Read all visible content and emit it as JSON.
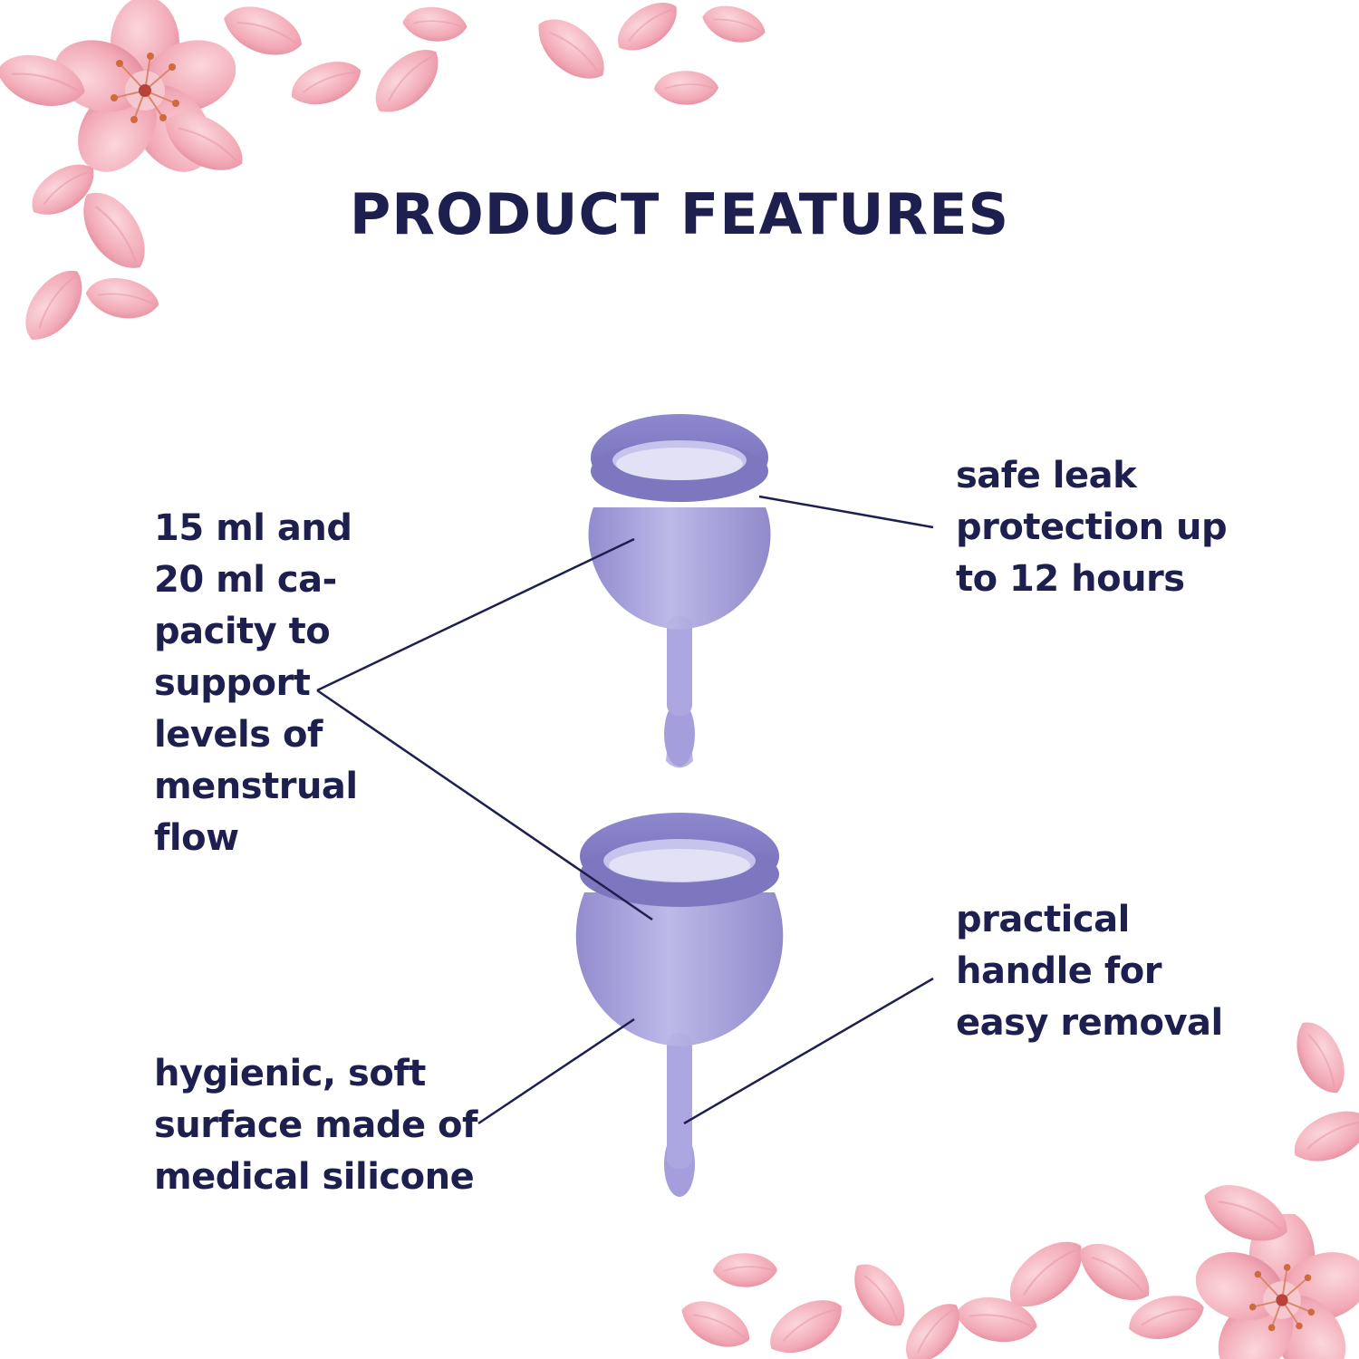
{
  "page": {
    "title": "PRODUCT FEATURES",
    "colors": {
      "text": "#1d1f4e",
      "cup": "#9f9ad6",
      "petal": "#f4b3be",
      "background": "#ffffff"
    }
  },
  "features": {
    "capacity": [
      "15 ml and",
      "20 ml ca-",
      "pacity to",
      "support",
      "levels of",
      "menstrual",
      "flow"
    ],
    "leak": [
      "safe leak",
      "protection up",
      "to 12 hours"
    ],
    "handle": [
      "practical",
      "handle for",
      "easy removal"
    ],
    "surface": [
      "hygienic, soft",
      "surface made of",
      "medical silicone"
    ]
  },
  "illustration": {
    "product": "two lilac menstrual cups",
    "decoration": "pink cherry blossom petals"
  }
}
